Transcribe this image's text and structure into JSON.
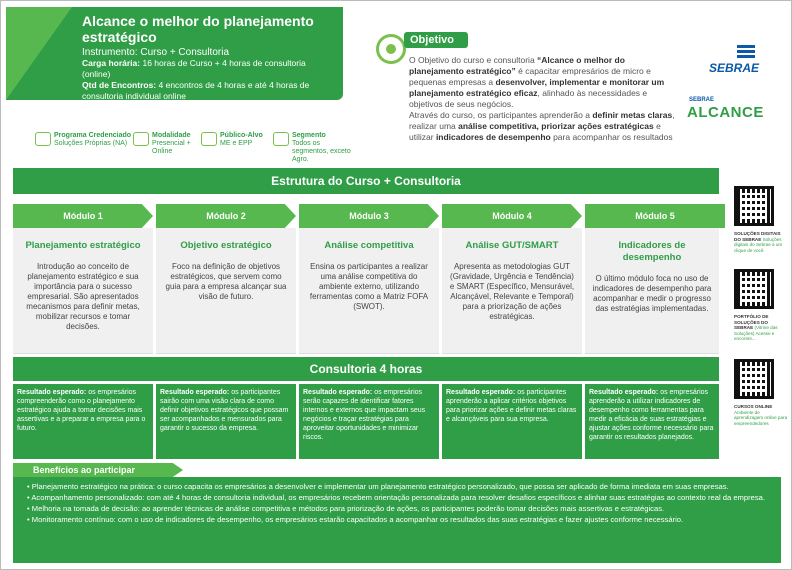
{
  "header": {
    "title": "Alcance o melhor do planejamento estratégico",
    "instrument": "Instrumento: Curso + Consultoria",
    "workload_label": "Carga horária:",
    "workload_value": "16 horas de Curso + 4 horas de consultoria (online)",
    "meetings_label": "Qtd de Encontros:",
    "meetings_value": "4 encontros de 4 horas e até 4 horas de consultoria individual online"
  },
  "objective": {
    "badge": "Objetivo",
    "p1_a": "O Objetivo do curso e consultoria ",
    "p1_b": "“Alcance o melhor do planejamento estratégico”",
    "p1_c": " é capacitar empresários de micro e pequenas empresas a ",
    "p1_d": "desenvolver, implementar e monitorar um planejamento estratégico eficaz",
    "p1_e": ", alinhado às necessidades e objetivos de seus negócios.",
    "p2_a": "Através do curso, os participantes aprenderão a ",
    "p2_b": "definir metas claras",
    "p2_c": ", realizar uma ",
    "p2_d": "análise competitiva, priorizar ações estratégicas",
    "p2_e": " e utilizar ",
    "p2_f": "indicadores de desempenho",
    "p2_g": " para acompanhar os resultados"
  },
  "brand": {
    "sebrae": "SEBRAE",
    "alcance_small": "SEBRAE",
    "alcance_big": "ALCANCE"
  },
  "info": [
    {
      "label": "Programa Credenciado",
      "value": "Soluções Próprias (NA)"
    },
    {
      "label": "Modalidade",
      "value": "Presencial + Online"
    },
    {
      "label": "Público-Alvo",
      "value": "ME e EPP"
    },
    {
      "label": "Segmento",
      "value": "Todos os segmentos, exceto Agro."
    }
  ],
  "structure_title": "Estrutura do Curso + Consultoria",
  "modules": [
    {
      "header": "Módulo 1",
      "title": "Planejamento estratégico",
      "desc": "Introdução ao conceito de planejamento estratégico e sua importância para o sucesso empresarial. São apresentados mecanismos para definir metas, mobilizar recursos e tomar decisões."
    },
    {
      "header": "Módulo 2",
      "title": "Objetivo estratégico",
      "desc": "Foco na definição de objetivos estratégicos, que servem como guia para a empresa alcançar sua visão de futuro."
    },
    {
      "header": "Módulo 3",
      "title": "Análise competitiva",
      "desc": "Ensina os participantes a realizar uma análise competitiva do ambiente externo, utilizando ferramentas como a Matriz FOFA (SWOT)."
    },
    {
      "header": "Módulo 4",
      "title": "Análise GUT/SMART",
      "desc": "Apresenta as metodologias GUT (Gravidade, Urgência e Tendência) e SMART (Específico, Mensurável, Alcançável, Relevante e Temporal) para a priorização de ações estratégicas."
    },
    {
      "header": "Módulo 5",
      "title": "Indicadores de desempenho",
      "desc": "O último módulo foca no uso de indicadores de desempenho para acompanhar e medir o progresso das estratégias implementadas."
    }
  ],
  "consultoria_title": "Consultoria 4 horas",
  "results": [
    {
      "label": "Resultado esperado:",
      "text": "os empresários compreenderão como o planejamento estratégico ajuda a tomar decisões mais assertivas e a preparar a empresa para o futuro."
    },
    {
      "label": "Resultado esperado:",
      "text": "os participantes sairão com uma visão clara de como definir objetivos estratégicos que possam ser acompanhados e mensurados para garantir o sucesso da empresa."
    },
    {
      "label": "Resultado esperado:",
      "text": "os empresários serão capazes de identificar fatores internos e externos que impactam seus negócios e traçar estratégias para aproveitar oportunidades e minimizar riscos."
    },
    {
      "label": "Resultado esperado:",
      "text": "os participantes aprenderão a aplicar critérios objetivos para priorizar ações e definir metas claras e alcançáveis para sua empresa."
    },
    {
      "label": "Resultado esperado:",
      "text": "os empresários aprenderão a utilizar indicadores de desempenho como ferramentas para medir a eficácia de suas estratégias e ajustar ações conforme necessário para garantir os resultados planejados."
    }
  ],
  "benefits_title": "Benefícios ao participar",
  "benefits": [
    "Planejamento estratégico na prática: o curso capacita os empresários a desenvolver e implementar um planejamento estratégico personalizado, que possa ser aplicado de forma imediata em suas empresas.",
    "Acompanhamento personalizado: com até 4 horas de consultoria individual, os empresários recebem orientação personalizada para resolver desafios específicos e alinhar suas estratégias ao contexto real da empresa.",
    "Melhoria na tomada de decisão: ao aprender técnicas de análise competitiva e métodos para priorização de ações, os participantes poderão tomar decisões mais assertivas e estratégicas.",
    "Monitoramento contínuo: com o uso de indicadores de desempenho, os empresários estarão capacitados a acompanhar os resultados das suas estratégias e fazer ajustes conforme necessário."
  ],
  "qr": [
    {
      "title": "SOLUÇÕES DIGITAIS DO SEBRAE",
      "text": "Soluções digitais do Sebrae a um clique de você."
    },
    {
      "title": "PORTFÓLIO DE SOLUÇÕES DO SEBRAE",
      "text": "(Vitrine das Soluções) Acesse e encontre..."
    },
    {
      "title": "CURSOS ONLINE",
      "text": "Ambiente de aprendizagem online para empreendedores"
    }
  ],
  "colors": {
    "primary": "#2f9e46",
    "secondary": "#56b84e",
    "accent": "#7ac04a",
    "brand_blue": "#0b5aa8"
  }
}
